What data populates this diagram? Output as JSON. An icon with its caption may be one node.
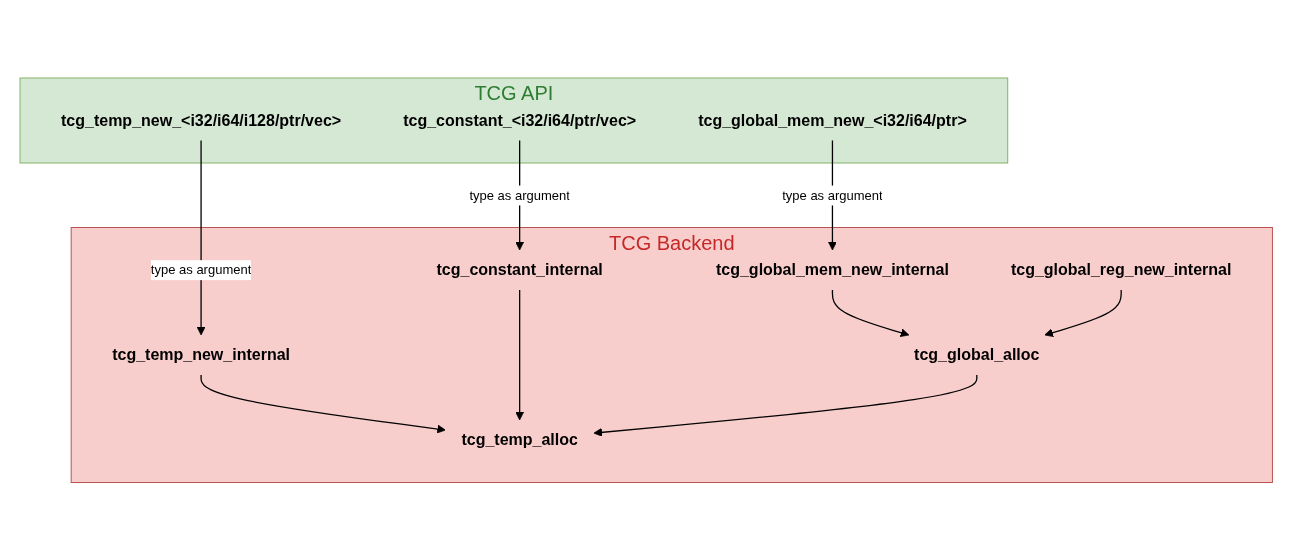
{
  "diagram": {
    "nodes": [
      {
        "text": [
          "TCG API"
        ]
      },
      {
        "text": [
          "tcg_temp_new_<i32/i64/i128/ptr/vec>"
        ],
        "in": 0
      },
      {
        "text": [
          "tcg_constant_<i32/i64/ptr/vec>"
        ],
        "in": 0
      },
      {
        "text": [
          "tcg_global_mem_new_<i32/i64/ptr>"
        ],
        "in": 0
      },
      {
        "text": [
          "TCG Backend"
        ]
      },
      {
        "text": [
          "tcg_temp_new_internal"
        ],
        "in": 4
      },
      {
        "text": [
          "tcg_constant_internal"
        ],
        "in": 4
      },
      {
        "text": [
          "tcg_global_mem_new_internal"
        ],
        "in": 4
      },
      {
        "text": [
          "tcg_global_reg_new_internal"
        ],
        "in": 4
      },
      {
        "text": [
          "tcg_global_alloc"
        ],
        "in": 4
      },
      {
        "text": [
          "tcg_temp_alloc"
        ],
        "in": 4
      }
    ],
    "edges": [
      {
        "from": 1,
        "to": 5,
        "arrow": "to",
        "label": "type as argument"
      },
      {
        "from": 2,
        "to": 6,
        "arrow": "to",
        "label": "type as argument"
      },
      {
        "from": 3,
        "to": 7,
        "arrow": "to",
        "label": "type as argument"
      },
      {
        "from": 5,
        "to": 10,
        "arrow": "to"
      },
      {
        "from": 6,
        "to": 10,
        "arrow": "to"
      },
      {
        "from": 7,
        "to": 9,
        "arrow": "to"
      },
      {
        "from": 8,
        "to": 9,
        "arrow": "to"
      },
      {
        "from": 9,
        "to": 10,
        "arrow": "to"
      }
    ]
  }
}
